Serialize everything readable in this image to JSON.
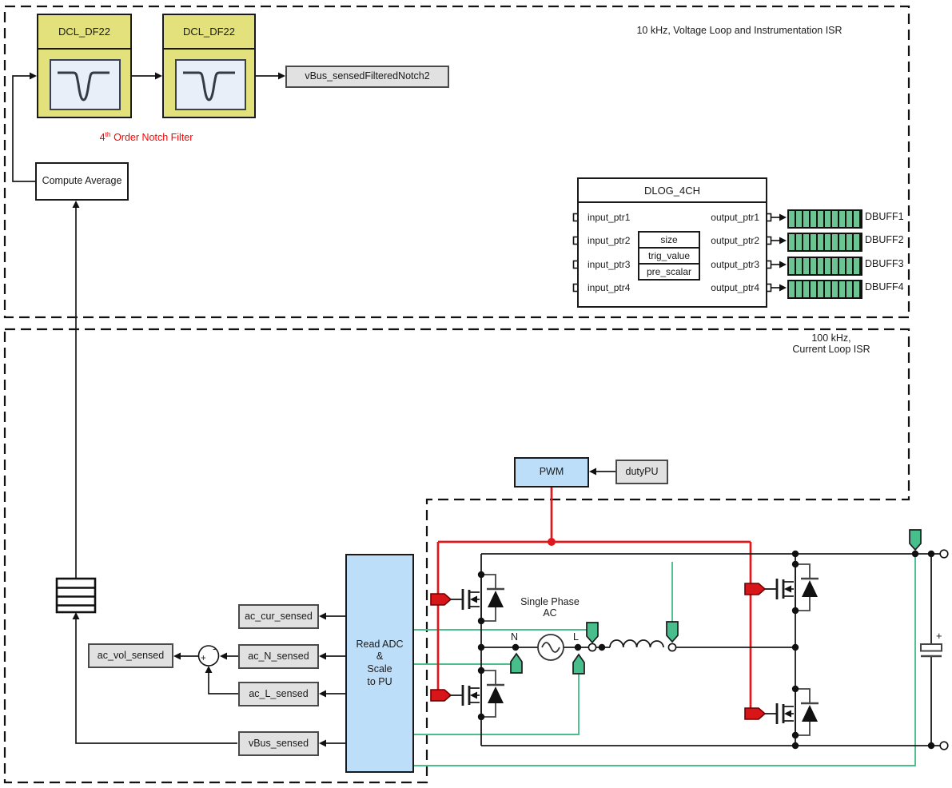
{
  "diagram": {
    "regions": {
      "voltage_loop_label": "10 kHz, Voltage Loop and Instrumentation ISR",
      "current_loop_label_line1": "100 kHz,",
      "current_loop_label_line2": "Current Loop ISR"
    },
    "notch": {
      "block1_title": "DCL_DF22",
      "block2_title": "DCL_DF22",
      "caption_base": "4",
      "caption_sup": "th",
      "caption_rest": " Order Notch Filter",
      "output_box": "vBus_sensedFilteredNotch2"
    },
    "compute_average_label": "Compute Average",
    "dlog": {
      "title": "DLOG_4CH",
      "inputs": [
        "input_ptr1",
        "input_ptr2",
        "input_ptr3",
        "input_ptr4"
      ],
      "outputs": [
        "output_ptr1",
        "output_ptr2",
        "output_ptr3",
        "output_ptr4"
      ],
      "params": [
        "size",
        "trig_value",
        "pre_scalar"
      ],
      "buffers": [
        "DBUFF1",
        "DBUFF2",
        "DBUFF3",
        "DBUFF4"
      ]
    },
    "pwm_label": "PWM",
    "duty_label": "dutyPU",
    "adc_lines": [
      "Read ADC",
      "&",
      "Scale",
      "to PU"
    ],
    "signal_boxes": {
      "ac_cur": "ac_cur_sensed",
      "ac_vol": "ac_vol_sensed",
      "ac_n": "ac_N_sensed",
      "ac_l": "ac_L_sensed",
      "vbus": "vBus_sensed"
    },
    "summing": {
      "plus": "+",
      "minus": "-"
    },
    "circuit": {
      "source_label_line1": "Single Phase",
      "source_label_line2": "AC",
      "neutral_label": "N",
      "line_label": "L",
      "cap_polarity": "+"
    },
    "colors": {
      "dashed_border": "#1a1a1a",
      "dcl_yellow": "#e2e17c",
      "notch_icon_bg": "#e9eff9",
      "gray_box": "#e1e1e1",
      "blue_box": "#bddef8",
      "pwm_wire_red": "#e0181c",
      "sense_wire_green": "#4cbe8c",
      "buffer_green": "#6cc492",
      "caption_red": "#ff0000"
    }
  }
}
